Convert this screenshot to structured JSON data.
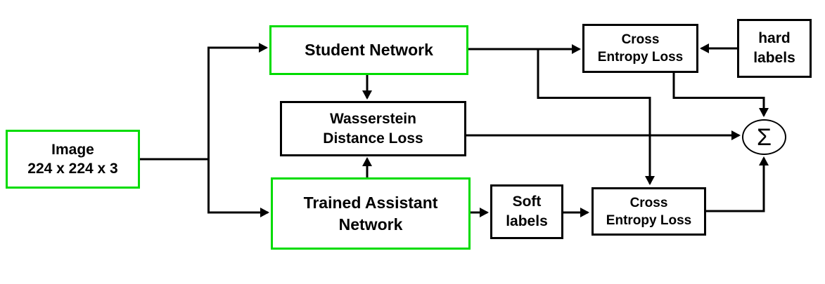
{
  "diagram": {
    "type": "flow-diagram",
    "colors": {
      "green_border": "#00dc00",
      "box_border": "#000000",
      "arrow": "#000000",
      "background": "#ffffff",
      "text": "#000000"
    },
    "nodes": {
      "image": {
        "line1": "Image",
        "line2": "224 x 224 x 3"
      },
      "student_network": {
        "label": "Student Network"
      },
      "wasserstein_loss": {
        "line1": "Wasserstein",
        "line2": "Distance Loss"
      },
      "assistant_network": {
        "line1": "Trained Assistant",
        "line2": "Network"
      },
      "soft_labels": {
        "line1": "Soft",
        "line2": "labels"
      },
      "cross_entropy_top": {
        "line1": "Cross",
        "line2": "Entropy Loss"
      },
      "cross_entropy_bottom": {
        "line1": "Cross",
        "line2": "Entropy Loss"
      },
      "hard_labels": {
        "line1": "hard",
        "line2": "labels"
      },
      "sum": {
        "symbol": "Σ"
      }
    },
    "edges": [
      {
        "from": "image",
        "to": "student_network"
      },
      {
        "from": "image",
        "to": "assistant_network"
      },
      {
        "from": "student_network",
        "to": "wasserstein_loss"
      },
      {
        "from": "assistant_network",
        "to": "wasserstein_loss"
      },
      {
        "from": "student_network",
        "to": "cross_entropy_top"
      },
      {
        "from": "student_network",
        "to": "cross_entropy_bottom"
      },
      {
        "from": "hard_labels",
        "to": "cross_entropy_top"
      },
      {
        "from": "assistant_network",
        "to": "soft_labels"
      },
      {
        "from": "soft_labels",
        "to": "cross_entropy_bottom"
      },
      {
        "from": "wasserstein_loss",
        "to": "sum"
      },
      {
        "from": "cross_entropy_top",
        "to": "sum"
      },
      {
        "from": "cross_entropy_bottom",
        "to": "sum"
      }
    ]
  }
}
